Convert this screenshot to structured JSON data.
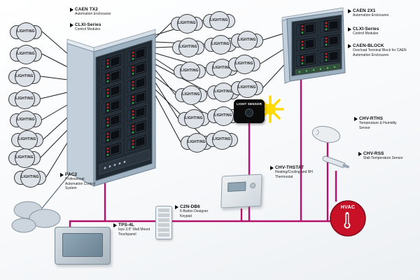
{
  "labels": {
    "lighting": "LIGHTING",
    "light_sensor": "LIGHT SENSOR",
    "hvac": "HVAC"
  },
  "callouts": {
    "caen_tx2": {
      "title": "CAEN TX2",
      "subtitle": "Automation Enclosures"
    },
    "clxi_left": {
      "title": "CLXI-Series",
      "subtitle": "Control Modules"
    },
    "pac2": {
      "title": "PAC2",
      "subtitle": "Professional Automation Control System"
    },
    "caen_2x1": {
      "title": "CAEN 2X1",
      "subtitle": "Automation Enclosures"
    },
    "clxi_right": {
      "title": "CLXI-Series",
      "subtitle": "Control Modules"
    },
    "caen_block": {
      "title": "CAEN-BLOCK",
      "subtitle": "Overload Terminal Block for CAEN Automation Enclosures"
    },
    "chv_rths": {
      "title": "CHV-RTHS",
      "subtitle": "Temperature & Humidity Sensor"
    },
    "chv_rss": {
      "title": "CHV-RSS",
      "subtitle": "Slab Temperature Sensor"
    },
    "chv_thstat": {
      "title": "CHV-THSTAT",
      "subtitle": "Heating/Cooling and RH Thermostat"
    },
    "tps_4l": {
      "title": "TPS-4L",
      "subtitle": "Isys 3.6\" Wall Mount Touchpanel"
    },
    "c2n_db6": {
      "title": "C2N-DB6",
      "subtitle": "6-Button Designer Keypad"
    }
  },
  "colors": {
    "wire_control": "#b5106b",
    "wire_load": "#1c1c1c",
    "hvac_red": "#c81126",
    "sensor_yellow": "#ffd900"
  }
}
